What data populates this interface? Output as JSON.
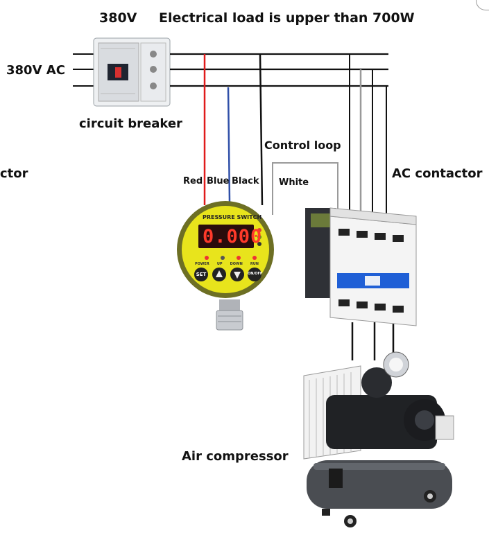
{
  "title": {
    "voltage": "380V",
    "load": "Electrical load is upper than 700W"
  },
  "labels": {
    "supply": "380V AC",
    "breaker": "circuit breaker",
    "control_loop": "Control loop",
    "ac_contactor": "AC contactor",
    "ac_contactor_cut": "ctor",
    "air_compressor": "Air compressor",
    "wire_red": "Red",
    "wire_blue": "Blue",
    "wire_black": "Black",
    "wire_white": "White"
  },
  "pressure_switch": {
    "header": "PRESSURE SWITCH",
    "display": "0.000",
    "button_set": "SET",
    "button_on_off": "ON/OFF",
    "status_labels": [
      "POWER",
      "UP",
      "DOWN",
      "RUN"
    ]
  },
  "colors": {
    "wire_red": "#e01b1b",
    "wire_blue": "#2f4fa8",
    "wire_black": "#111111",
    "wire_white": "#9a9a9a",
    "switch_face": "#e8e41c",
    "contactor_blue": "#1f5fd6"
  }
}
